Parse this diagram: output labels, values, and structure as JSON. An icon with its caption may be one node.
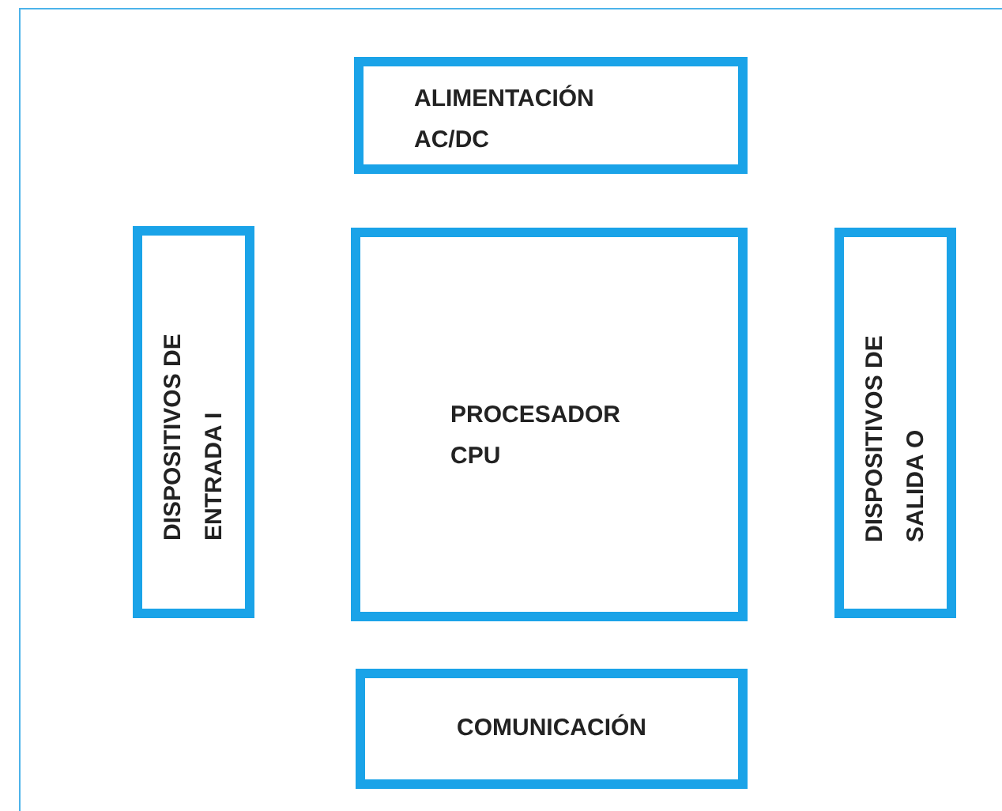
{
  "diagram": {
    "nodes": [
      {
        "text": [
          "ALIMENTACIÓN AC/DC"
        ]
      },
      {
        "text": [
          "DISPOSITIVOS DE ENTRADA I"
        ]
      },
      {
        "text": [
          "PROCESADOR CPU"
        ]
      },
      {
        "text": [
          "DISPOSITIVOS DE SALIDA O"
        ]
      },
      {
        "text": [
          "COMUNICACIÓN"
        ]
      }
    ]
  }
}
